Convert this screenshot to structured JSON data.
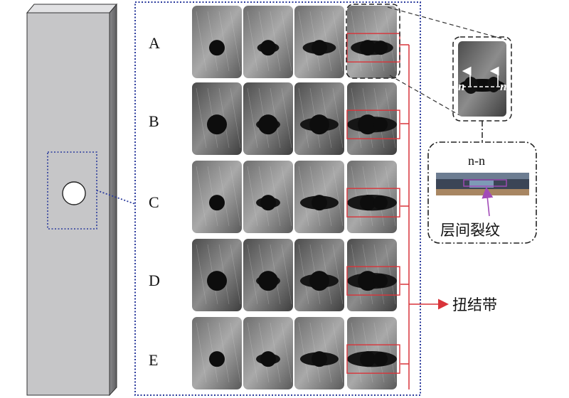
{
  "rows": [
    "A",
    "B",
    "C",
    "D",
    "E"
  ],
  "columns_per_row": 4,
  "section_label": "n-n",
  "arrow_marker": "n",
  "interlaminar_crack_label": "层间裂纹",
  "kink_band_label": "扭结带",
  "colors": {
    "frame_blue": "#2a3a9c",
    "box_red": "#d9343a",
    "crack_purple": "#a24bb8",
    "specimen_gray": "#c6c6c8"
  }
}
